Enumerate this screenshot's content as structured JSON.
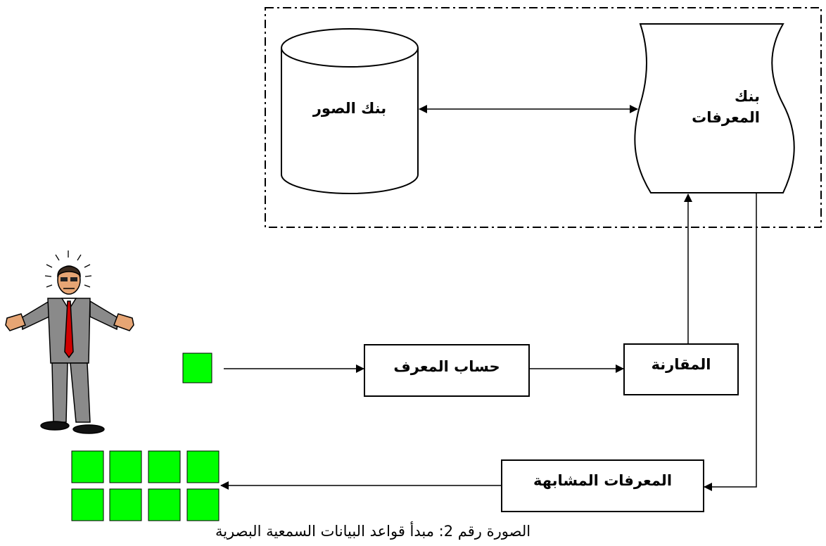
{
  "nodes": {
    "image_bank": "بنك الصور",
    "identifier_bank_line1": "بنك",
    "identifier_bank_line2": "المعرفات",
    "compute_identifier": "حساب المعرف",
    "comparison": "المقارنة",
    "similar_identifiers": "المعرفات المشابهة"
  },
  "caption": "الصورة رقم 2: مبدأ قواعد البيانات السمعية البصرية",
  "colors": {
    "result_square": "#00ff00",
    "stroke": "#000000",
    "tie": "#d00000",
    "suit": "#8a8a8a"
  },
  "icons": {
    "user": "confused-man-icon",
    "query": "query-image-icon",
    "results": "result-images-icon"
  }
}
